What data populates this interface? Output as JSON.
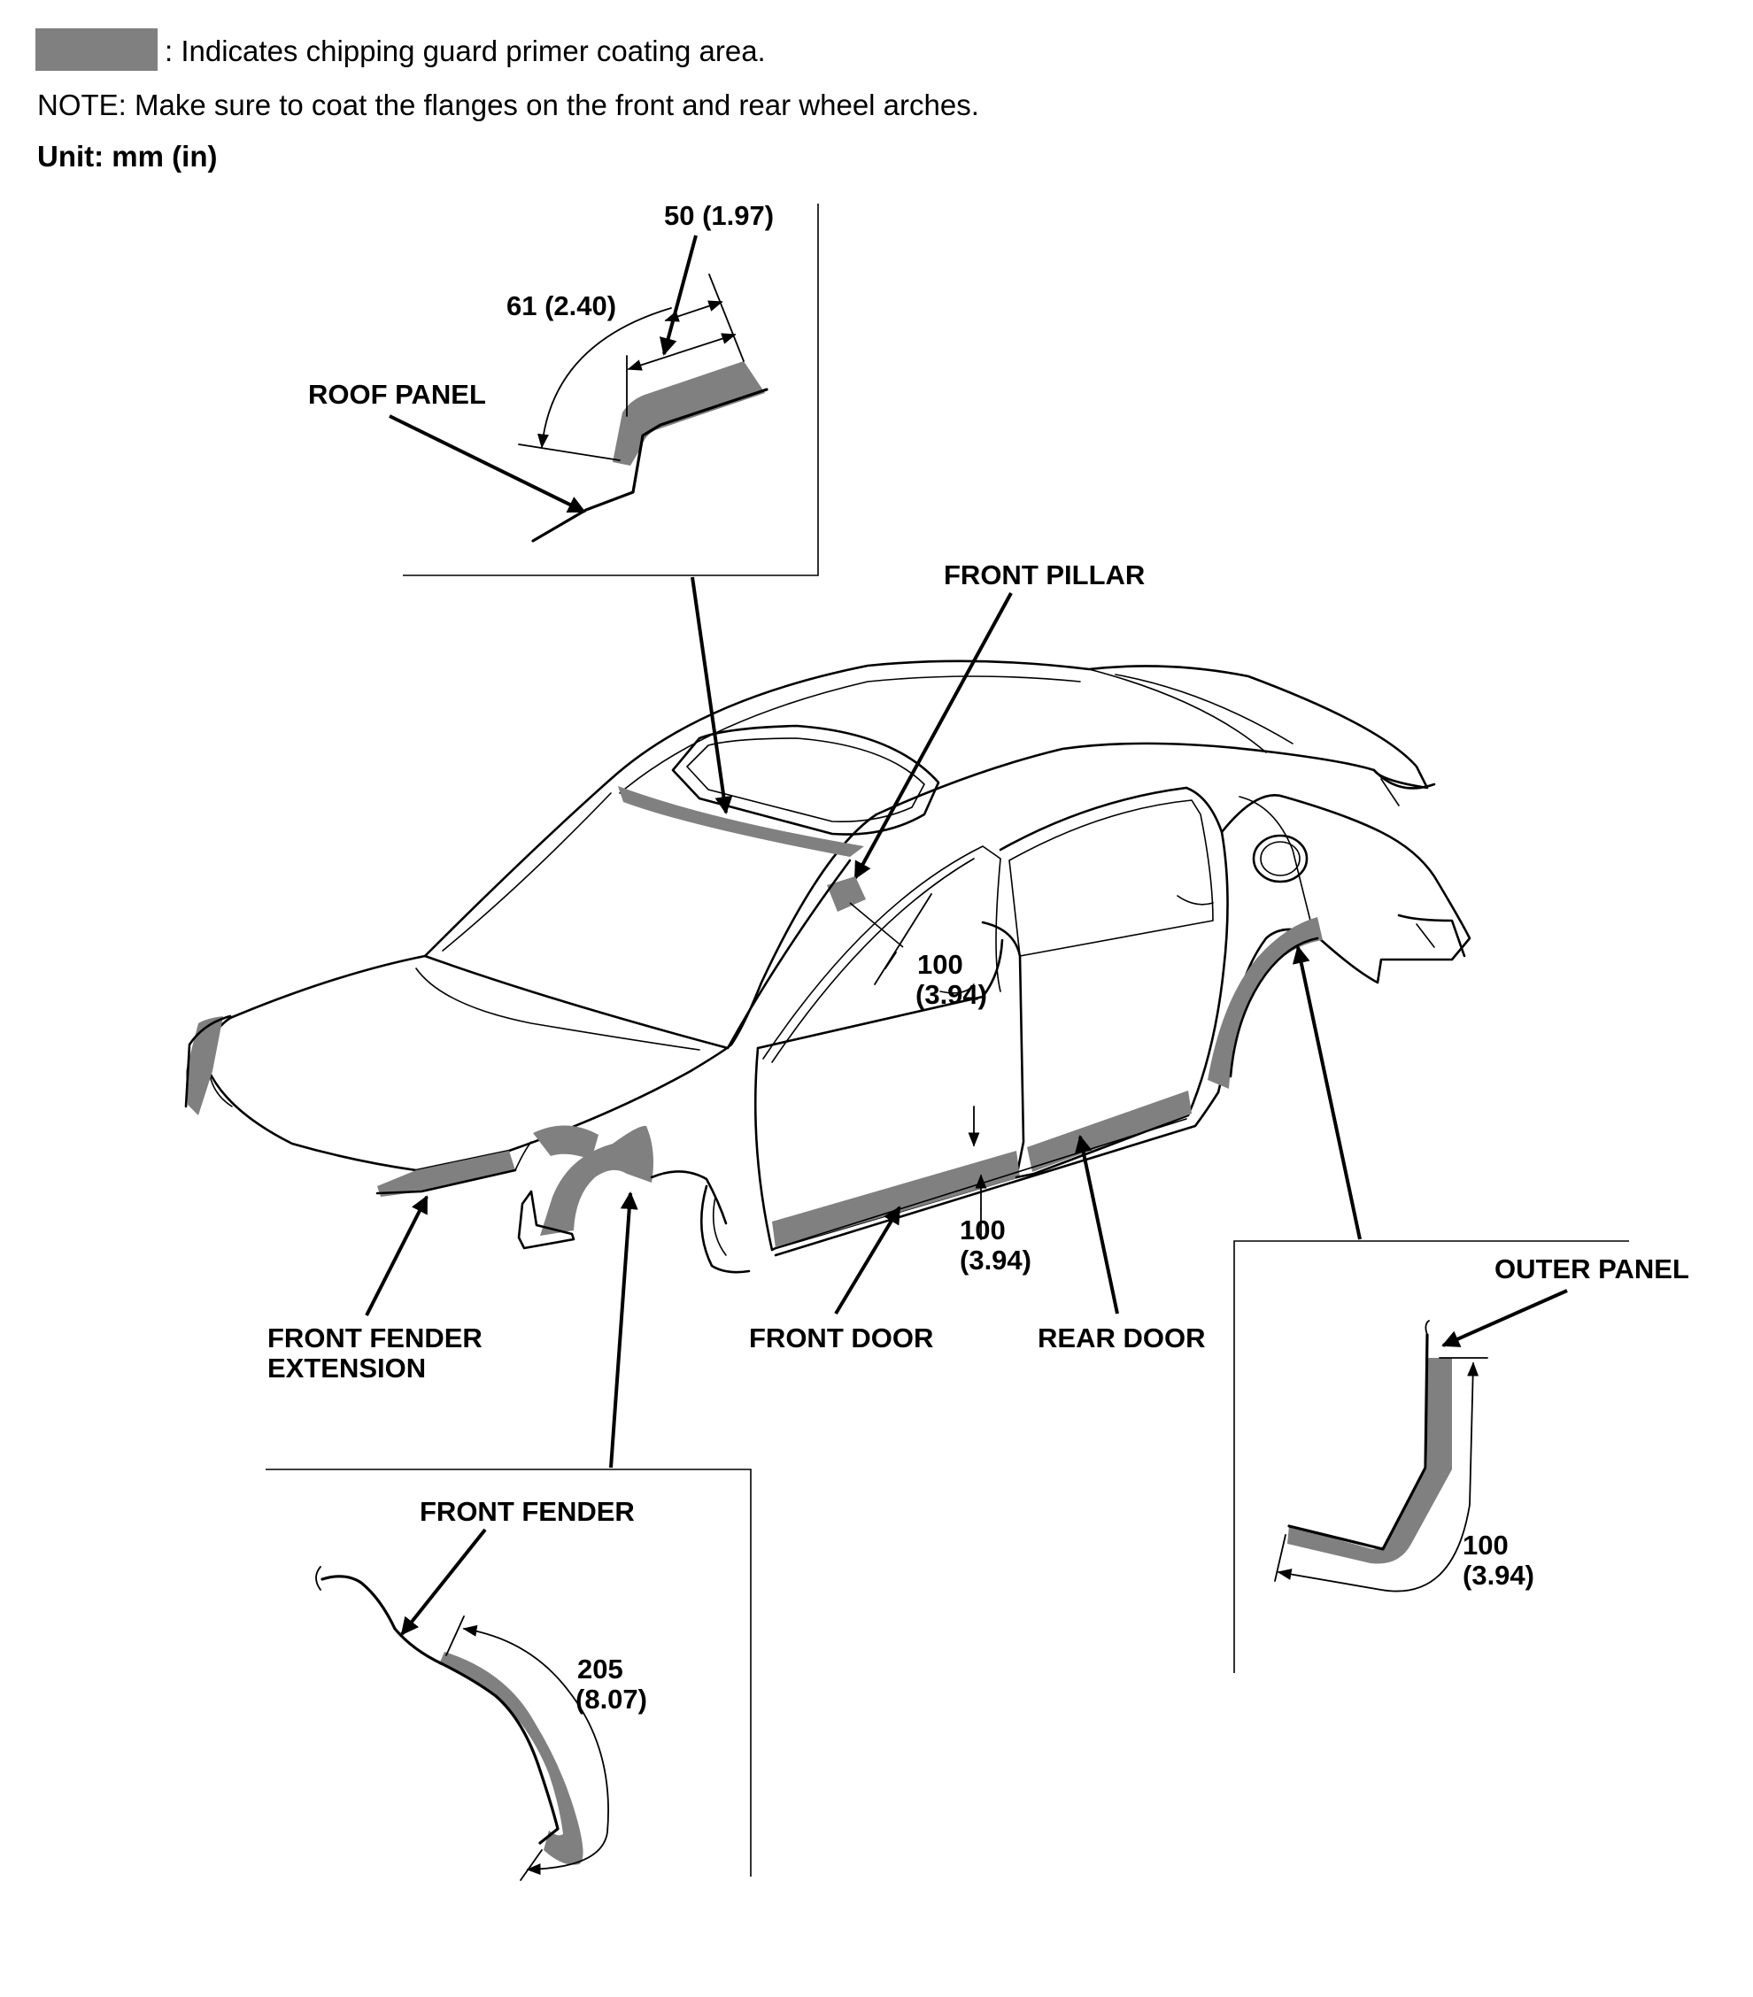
{
  "legend": {
    "swatch_color": "#808080",
    "text": ": Indicates chipping guard primer coating area."
  },
  "note": "NOTE: Make sure to coat the flanges on the front and rear wheel arches.",
  "unit": "Unit: mm (in)",
  "labels": {
    "roof_panel": "ROOF PANEL",
    "front_pillar": "FRONT PILLAR",
    "front_fender_extension_line1": "FRONT FENDER",
    "front_fender_extension_line2": "EXTENSION",
    "front_door": "FRONT DOOR",
    "rear_door": "REAR DOOR",
    "outer_panel": "OUTER PANEL",
    "front_fender": "FRONT FENDER"
  },
  "dimensions": {
    "roof_width": "50 (1.97)",
    "roof_arc": "61 (2.40)",
    "pillar_line1": "100",
    "pillar_line2": "(3.94)",
    "sill_line1": "100",
    "sill_line2": "(3.94)",
    "outer_panel_line1": "100",
    "outer_panel_line2": "(3.94)",
    "fender_line1": "205",
    "fender_line2": "(8.07)"
  }
}
